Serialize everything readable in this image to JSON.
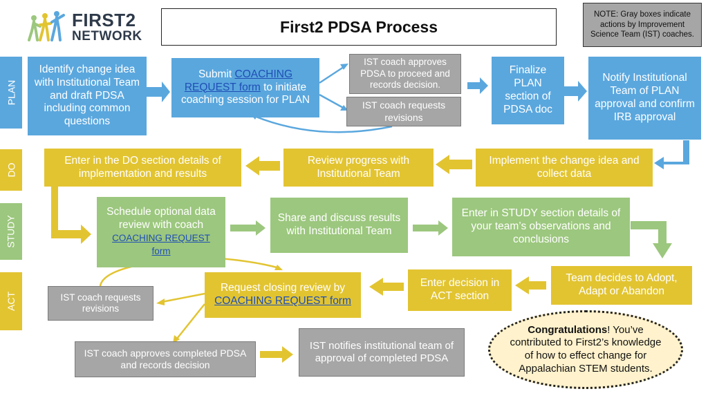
{
  "logo": {
    "line1": "FIRST2",
    "line2": "NETWORK"
  },
  "title": "First2 PDSA Process",
  "note": "NOTE: Gray boxes indicate actions by Improvement Science Team (IST) coaches.",
  "phases": {
    "plan": "PLAN",
    "do": "DO",
    "study": "STUDY",
    "act": "ACT"
  },
  "plan": {
    "identify": "Identify change idea with Institutional Team and draft PDSA including common questions",
    "submit_pre": "Submit ",
    "submit_link": "COACHING REQUEST form",
    "submit_post": " to initiate coaching session for PLAN",
    "coach_approves": "IST coach approves PDSA to proceed and records decision.",
    "coach_requests": "IST coach requests revisions",
    "finalize": "Finalize PLAN section of PDSA doc",
    "notify": "Notify Institutional Team of PLAN approval and confirm IRB approval"
  },
  "do": {
    "implement": "Implement the change idea and collect data",
    "review": "Review progress with Institutional Team",
    "enter": "Enter in the DO section details of implementation and results"
  },
  "study": {
    "schedule_pre": "Schedule optional data review with coach ",
    "schedule_link": "COACHING REQUEST form",
    "share": "Share and discuss results with Institutional Team",
    "enter": "Enter in STUDY section  details of your team’s observations and conclusions"
  },
  "act": {
    "decide": "Team decides to Adopt, Adapt or Abandon",
    "enter": "Enter decision in ACT section",
    "request_pre": "Request closing review by ",
    "request_link": "COACHING REQUEST form",
    "coach_requests": "IST coach requests revisions",
    "coach_approves": "IST coach approves completed PDSA and records decision",
    "notifies": "IST notifies institutional team of approval of completed PDSA"
  },
  "congrats": {
    "bold": "Congratulations",
    "rest": "! You’ve contributed to First2’s knowledge of how to effect change for Appalachian STEM students."
  },
  "colors": {
    "blue": "#5aa7de",
    "gray": "#a6a6a6",
    "yellow": "#e2c431",
    "green": "#9cc77e",
    "cream": "#fff2cc"
  }
}
